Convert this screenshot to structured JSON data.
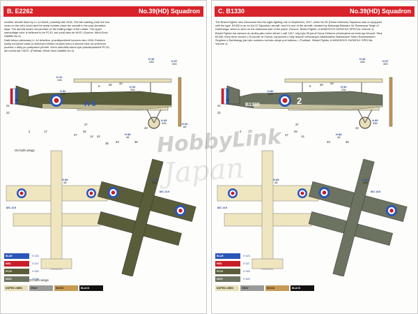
{
  "left": {
    "title_code": "B. E2262",
    "title_squadron": "No.39(HD) Squadron",
    "desc": [
      "Another aircraft flown by Lt. AJ Arkell, probably late 1918. The tail marking (note the iron cross on the cat's neck) and the serial number place the aircraft in the post-Armistice days. The aircraft wears red pennant on the trailing edge of the rudder. The upper camouflage color is believed to be PC10, but could also be NIVO. (Source: Wind-Sock Datafile No.4)",
      "Další letoun pilotovaný Lt. AJ Arkellem, pravděpodobně koncem roku 1918. Emblém kočky na kýlové ploše (s železným křížem na jejím krku) a sériové číslo na směrovce pochází z doby po podepsání příměří. Horní kamufláž barva bylo pravděpodobně PC10, ale mohla být i NIVO. (Podklad: Windi-Sock Datafile No.4)"
    ],
    "fuselage_code": "A 6",
    "refs": [
      {
        "name": "H 31",
        "code": "108"
      },
      {
        "name": "H 80",
        "code": "309"
      },
      {
        "name": "H 90",
        "code": "336"
      },
      {
        "name": "H 36",
        "code": "338"
      },
      {
        "name": "H 57",
        "code": "309"
      },
      {
        "name": "H 95",
        "code": "338"
      },
      {
        "name": "H 88",
        "code": "48"
      },
      {
        "name": "H 66",
        "code": "68"
      }
    ],
    "callouts": [
      "21",
      "22",
      "12",
      "2",
      "17",
      "9",
      "26",
      "32",
      "25",
      "14",
      "43",
      "37",
      "47",
      "42",
      "38",
      "33",
      "36"
    ],
    "both_wings_top": "On both wings",
    "both_wings_bottom": "On both wings",
    "plan_refs": [
      {
        "name": "H 85",
        "code": "48"
      },
      {
        "name": "MC 219",
        "code": ""
      },
      {
        "name": "H 309",
        "code": "336"
      },
      {
        "name": "MC 219",
        "code": ""
      }
    ],
    "swatches": [
      {
        "label": "BLUE",
        "color": "#2a56b8",
        "code": "H 323"
      },
      {
        "label": "RED",
        "color": "#c81e2a",
        "code": "H 327"
      },
      {
        "label": "PC10",
        "color": "#5a5d3a",
        "code": "H 309"
      },
      {
        "label": "NIVO",
        "color": "#6c7360",
        "code": "H 309"
      }
    ],
    "bottom_swatches": [
      {
        "label": "DOPED LINEN",
        "color": "#e8dfb8"
      },
      {
        "label": "GRAY",
        "color": "#9a9a9a"
      },
      {
        "label": "WOOD",
        "color": "#c79a52"
      },
      {
        "label": "BLACK",
        "color": "#111111"
      }
    ]
  },
  "right": {
    "title_code": "C. B1330",
    "title_squadron": "No.39(HD) Squadron",
    "desc": [
      "The Bristol Fighter was introduced into the night-fighting role in September, 1917, when No.39 (Home Defence) Squadron was re-equipped with the type. B1330 is an ex-No.22 Squadron aircraft, and it is one of the aircraft, donated by Maharaja Bahadur Sir Rameswar Singh of Darbhanga, which is seen on the starboard side of the plane. (Source: Bristol Fighter, A WINDSOCK DATAFILE SPECIAL Volume 1)",
      "Bristol Fighter byl zařazen do služby jako noční stíhač v září 1917, kdy byla 39.peruť Home Defence přezbrojena na tento typ letounů. Stroj B1330, který dříve sloužil u 22.perutě ve Francii, byl jedním z řady letounů věnovaných Maharádžou Bahadurem Sirem Rameswarem Singhem z Darbhangy, jak bylo uvedeno na boku stroje pod kabinou. ( Podklad : Bristol Fighter, A WINDSOCK DATAFILE SPECIAL Volume 1)"
    ],
    "fuselage_code": "B1330",
    "fuselage_number": "2",
    "refs": [
      {
        "name": "H 80",
        "code": "309"
      },
      {
        "name": "H 90",
        "code": "336"
      },
      {
        "name": "H 36",
        "code": "338"
      },
      {
        "name": "H 57",
        "code": "309"
      },
      {
        "name": "H 85",
        "code": "338"
      },
      {
        "name": "H 88",
        "code": "48"
      }
    ],
    "callouts": [
      "21",
      "22",
      "12",
      "2",
      "9",
      "26",
      "32",
      "25",
      "14",
      "43",
      "47",
      "37",
      "33",
      "36"
    ],
    "plan_refs": [
      {
        "name": "H 85",
        "code": "48"
      },
      {
        "name": "MC 219",
        "code": ""
      },
      {
        "name": "H 309",
        "code": "336"
      },
      {
        "name": "MC 219",
        "code": ""
      }
    ],
    "swatches": [
      {
        "label": "BLUE",
        "color": "#2a56b8",
        "code": "H 323"
      },
      {
        "label": "RED",
        "color": "#c81e2a",
        "code": "H 327"
      },
      {
        "label": "PC10",
        "color": "#5a5d3a",
        "code": "H 309"
      },
      {
        "label": "NIVO",
        "color": "#6c7360",
        "code": "H 309"
      }
    ],
    "bottom_swatches": [
      {
        "label": "DOPED LINEN",
        "color": "#e8dfb8"
      },
      {
        "label": "GRAY",
        "color": "#9a9a9a"
      },
      {
        "label": "WOOD",
        "color": "#c79a52"
      },
      {
        "label": "BLACK",
        "color": "#111111"
      }
    ]
  },
  "watermark": "HobbyLink",
  "watermark2": "Japan"
}
